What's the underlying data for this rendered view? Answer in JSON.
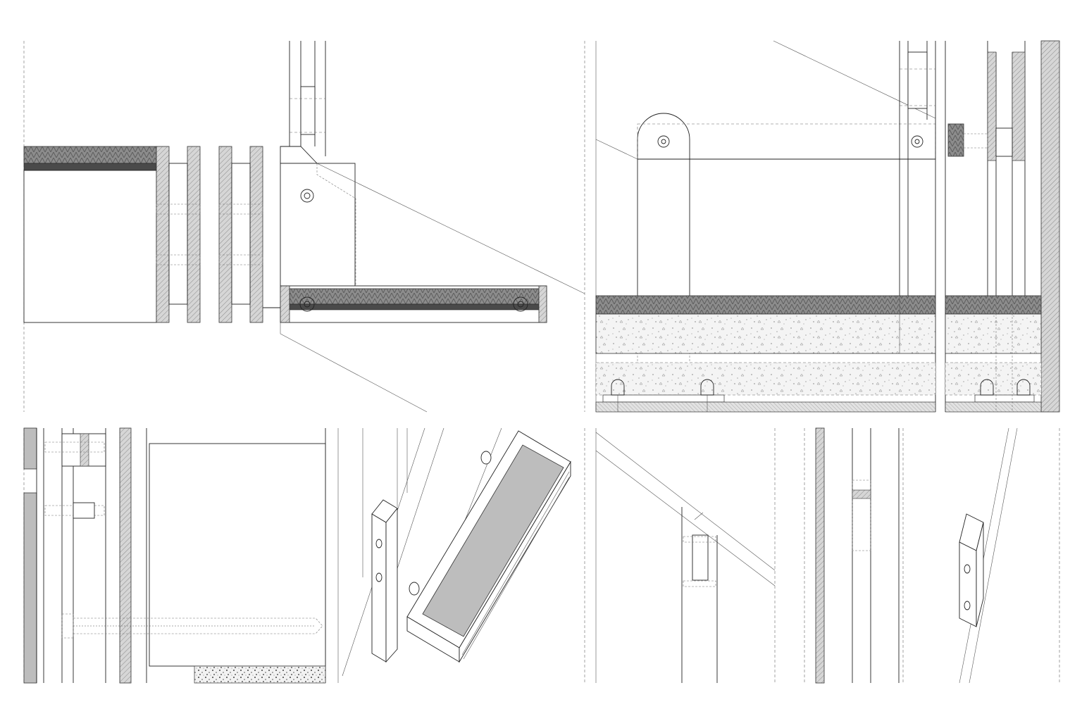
{
  "sheet": {
    "background": "#ffffff",
    "line_color": "#222222",
    "hatch_color": "#9a9a9a",
    "panel_fill": "#bdbdbd",
    "views": [
      {
        "id": "plan-corner",
        "kind": "section plan"
      },
      {
        "id": "elevation-section",
        "kind": "elevation section"
      },
      {
        "id": "fixing-detail",
        "kind": "detail section"
      },
      {
        "id": "axonometric-bracket",
        "kind": "axonometric"
      },
      {
        "id": "inclined-section-left",
        "kind": "section"
      },
      {
        "id": "inclined-section-mid",
        "kind": "section"
      },
      {
        "id": "inclined-section-right",
        "kind": "section"
      }
    ]
  }
}
